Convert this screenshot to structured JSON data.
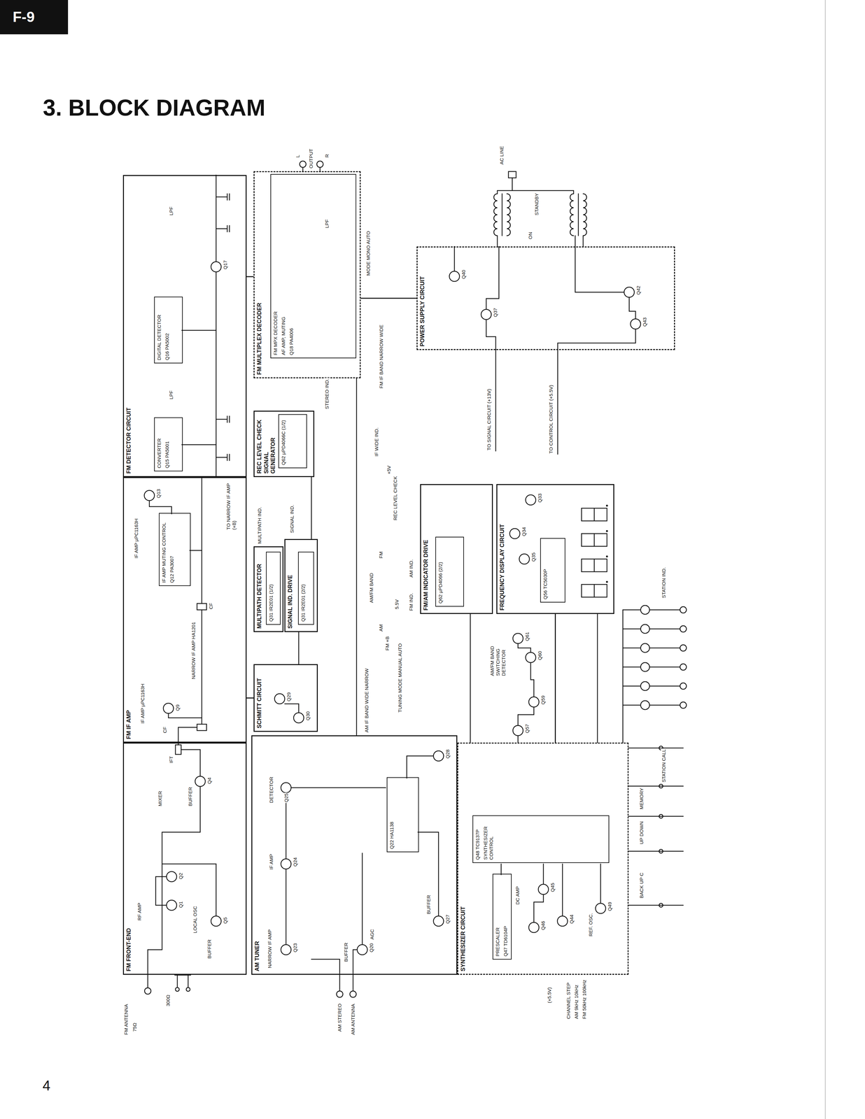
{
  "diagram": {
    "title": "3. BLOCK DIAGRAM",
    "nodes": [
      {
        "text": [
          "FM FRONT-END"
        ]
      },
      {
        "text": [
          "FM IF AMP"
        ]
      },
      {
        "text": [
          "FM DETECTOR CIRCUIT"
        ]
      },
      {
        "text": [
          "CONVERTER",
          "Q15 PA5001"
        ],
        "in": 2
      },
      {
        "text": [
          "DIGITAL DETECTOR",
          "Q16 PA5002"
        ],
        "in": 2
      },
      {
        "text": [
          "IF AMP MUTING CONTROL",
          "Q12 PA3007"
        ],
        "in": 1
      },
      {
        "text": [
          "FM MULTIPLEX DECODER"
        ]
      },
      {
        "text": [
          "FM MPX DECODER",
          "AF AMP, MUTING",
          "Q18 PA4006"
        ],
        "in": 6
      },
      {
        "text": [
          "REC LEVEL CHECK SIGNAL GENERATOR"
        ]
      },
      {
        "text": [
          "Q62 µPD4066C (1/2)"
        ],
        "in": 8
      },
      {
        "text": [
          "MULTIPATH DETECTOR"
        ]
      },
      {
        "text": [
          "Q31 IR2E01 (1/2)"
        ],
        "in": 10
      },
      {
        "text": [
          "SIGNAL IND. DRIVE"
        ]
      },
      {
        "text": [
          "Q31 IR2E01 (2/2)"
        ],
        "in": 12
      },
      {
        "text": [
          "SCHMITT CIRCUIT"
        ]
      },
      {
        "text": [
          "AM TUNER"
        ]
      },
      {
        "text": [
          "Q22 HA1138"
        ],
        "in": 15
      },
      {
        "text": [
          "SYNTHESIZER CIRCUIT"
        ]
      },
      {
        "text": [
          "Q48 TC9137P",
          "SYNTHESIZER CONTROL"
        ],
        "in": 17
      },
      {
        "text": [
          "PRESCALER",
          "Q47 TD6104P"
        ],
        "in": 17
      },
      {
        "text": [
          "POWER SUPPLY CIRCUIT"
        ]
      },
      {
        "text": [
          "FM/AM INDICATOR DRIVE"
        ]
      },
      {
        "text": [
          "Q62 µPD4066 (2/2)"
        ],
        "in": 21
      },
      {
        "text": [
          "FREQUENCY DISPLAY CIRCUIT"
        ]
      },
      {
        "text": [
          "Q56 TC5030P"
        ],
        "in": 23
      }
    ],
    "edges": [
      {
        "from": 2,
        "to": 6,
        "arrow": "none"
      },
      {
        "from": 1,
        "to": 14,
        "arrow": "none"
      },
      {
        "from": 20,
        "to": 6,
        "arrow": "none"
      },
      {
        "from": 17,
        "to": 23,
        "arrow": "none"
      }
    ],
    "labels": [
      "F-9",
      "4",
      "OUTPUT",
      "L",
      "R",
      "AC LINE",
      "STANDBY",
      "ON",
      "TO SIGNAL CIRCUIT (+13V)",
      "TO CONTROL CIRCUIT (+5.5V)",
      "STEREO IND.",
      "MODE MONO AUTO",
      "FM IF BAND NARROW WIDE",
      "IF WIDE IND.",
      "+5V",
      "REC LEVEL CHECK",
      "SIGNAL IND.",
      "MULTIPATH IND.",
      "AM/FM BAND",
      "FM",
      "AM",
      "5.5V",
      "AM IND.",
      "FM IND.",
      "FM +B",
      "TUNING MODE MANUAL AUTO",
      "AM IF BAND WIDE NARROW",
      "AM/FM BAND SWITCHING DETECTOR",
      "STATION IND.",
      "STATION CALL",
      "MEMORY",
      "UP DOWN",
      "BACK UP C",
      "CHANNEL STEP",
      "AM 9kHz 10kHz",
      "FM 50kHz 100kHz",
      "(+5.5V)",
      "REF. OSC.",
      "DC AMP",
      "TO NARROW IF AMP (+B)",
      "LPF",
      "LPF",
      "LPF",
      "FM ANTENNA",
      "75Ω",
      "300Ω",
      "AM STEREO",
      "AM ANTENNA",
      "RF AMP",
      "LOCAL OSC",
      "BUFFER",
      "BUFFER",
      "MIXER",
      "IFT",
      "CF",
      "IF AMP µPC1163H",
      "NARROW IF AMP HA1201",
      "CF",
      "IF AMP µPC1163H",
      "NARROW IF AMP",
      "IF AMP",
      "DETECTOR",
      "AGC",
      "BUFFER",
      "BUFFER",
      "Q1",
      "Q2",
      "Q5",
      "Q4",
      "Q9",
      "Q13",
      "Q17",
      "Q23",
      "Q24",
      "Q25",
      "Q20",
      "Q27",
      "Q28",
      "Q29",
      "Q30",
      "Q37",
      "Q40",
      "Q42",
      "Q43",
      "Q46",
      "Q44",
      "Q45",
      "Q49",
      "Q57",
      "Q59",
      "Q60",
      "Q61",
      "Q33",
      "Q34",
      "Q35"
    ]
  }
}
